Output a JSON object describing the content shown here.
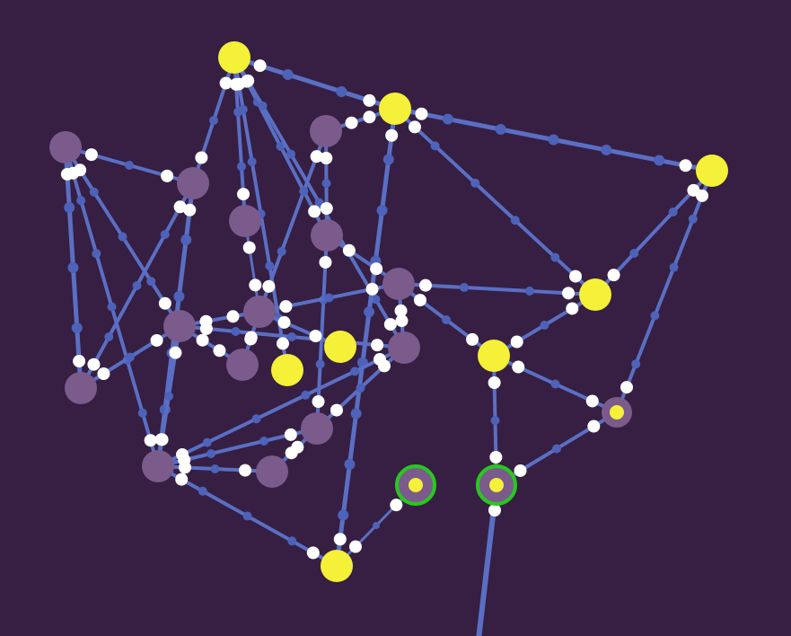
{
  "game": {
    "colors": {
      "background": "#361f42",
      "edge": "#5a6fc4",
      "node_inactive": "#7b5a8c",
      "node_active": "#f5f038",
      "connector": "#ffffff",
      "selection_ring": "#28c81e",
      "edge_bead": "#4d62b8",
      "edge_mark": "#8a8a5a"
    },
    "icons": {
      "node_active": "yellow-circle-node",
      "node_inactive": "purple-circle-node",
      "node_selected": "green-ring-node",
      "connector": "white-dot-connector"
    }
  }
}
